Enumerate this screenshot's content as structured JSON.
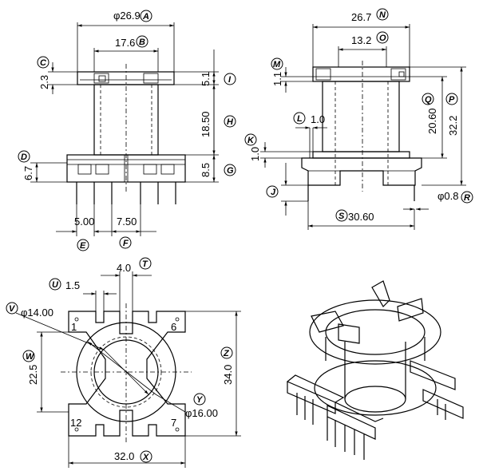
{
  "top_left_view": {
    "dims": {
      "A": "φ26.9",
      "B": "17.6",
      "C": "2.3",
      "I": "5.1",
      "H": "18.50",
      "D": "6.7",
      "G": "8.5",
      "E": "5.00",
      "F": "7.50"
    }
  },
  "top_right_view": {
    "dims": {
      "N": "26.7",
      "O": "13.2",
      "M": "1.1",
      "Q": "20.60",
      "P": "32.2",
      "L": "1.0",
      "K": "1.0",
      "J": "",
      "R": "φ0.8",
      "S": "30.60"
    }
  },
  "bottom_left_view": {
    "dims": {
      "T": "4.0",
      "U": "1.5",
      "V": "φ14.00",
      "W": "22.5",
      "Z": "34.0",
      "Y": "φ16.00",
      "X": "32.0"
    },
    "pin_numbers": [
      "1",
      "6",
      "12",
      "7"
    ]
  },
  "letters": [
    "A",
    "B",
    "C",
    "D",
    "E",
    "F",
    "G",
    "H",
    "I",
    "J",
    "K",
    "L",
    "M",
    "N",
    "O",
    "P",
    "Q",
    "R",
    "S",
    "T",
    "U",
    "V",
    "W",
    "X",
    "Y",
    "Z"
  ]
}
